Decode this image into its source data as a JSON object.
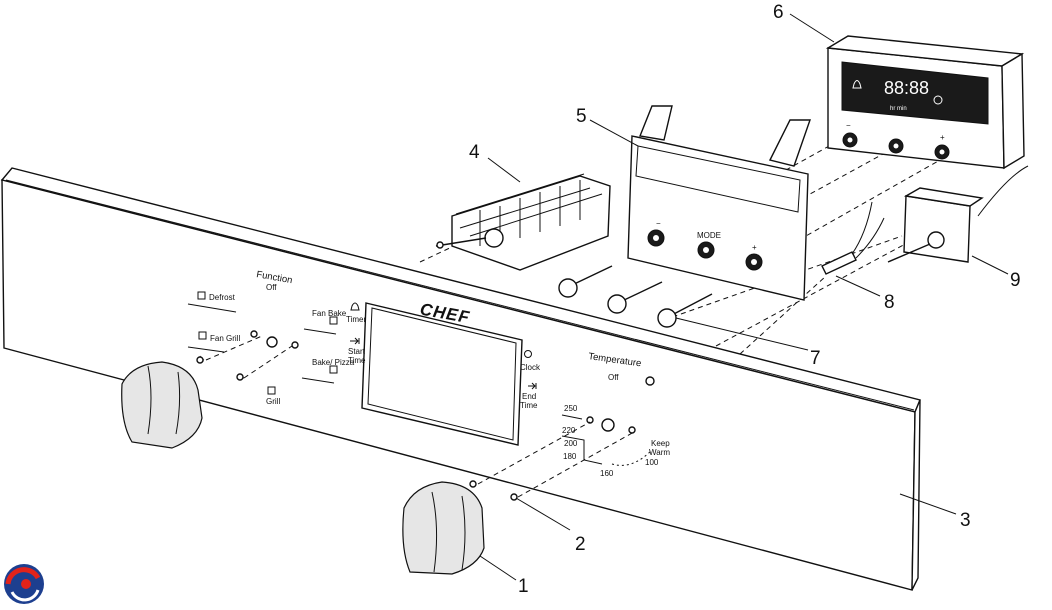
{
  "diagram": {
    "brand": "CHEF",
    "callouts": [
      "1",
      "2",
      "3",
      "4",
      "5",
      "6",
      "7",
      "8",
      "9"
    ],
    "panel_labels": {
      "function": "Function",
      "function_off": "Off",
      "defrost": "Defrost",
      "fan_grill": "Fan Grill",
      "fan_bake": "Fan Bake",
      "bake_pizza": "Bake/ Pizza",
      "grill": "Grill",
      "timer": "Timer",
      "start_time": "Start Time",
      "clock": "Clock",
      "end_time": "End Time",
      "temperature": "Temperature",
      "temperature_off": "Off",
      "keep_warm": "Keep Warm",
      "keep_warm_value": "100"
    },
    "temperature_scale": [
      "250",
      "220",
      "200",
      "180",
      "160"
    ],
    "bracket_label": "MODE",
    "bracket_signs": [
      "−",
      "+"
    ],
    "timer_display": {
      "digits": "88:88",
      "units": "hr  min"
    },
    "timer_button_signs": [
      "−",
      "+"
    ],
    "logo_icon": "swirl-logo-icon"
  }
}
